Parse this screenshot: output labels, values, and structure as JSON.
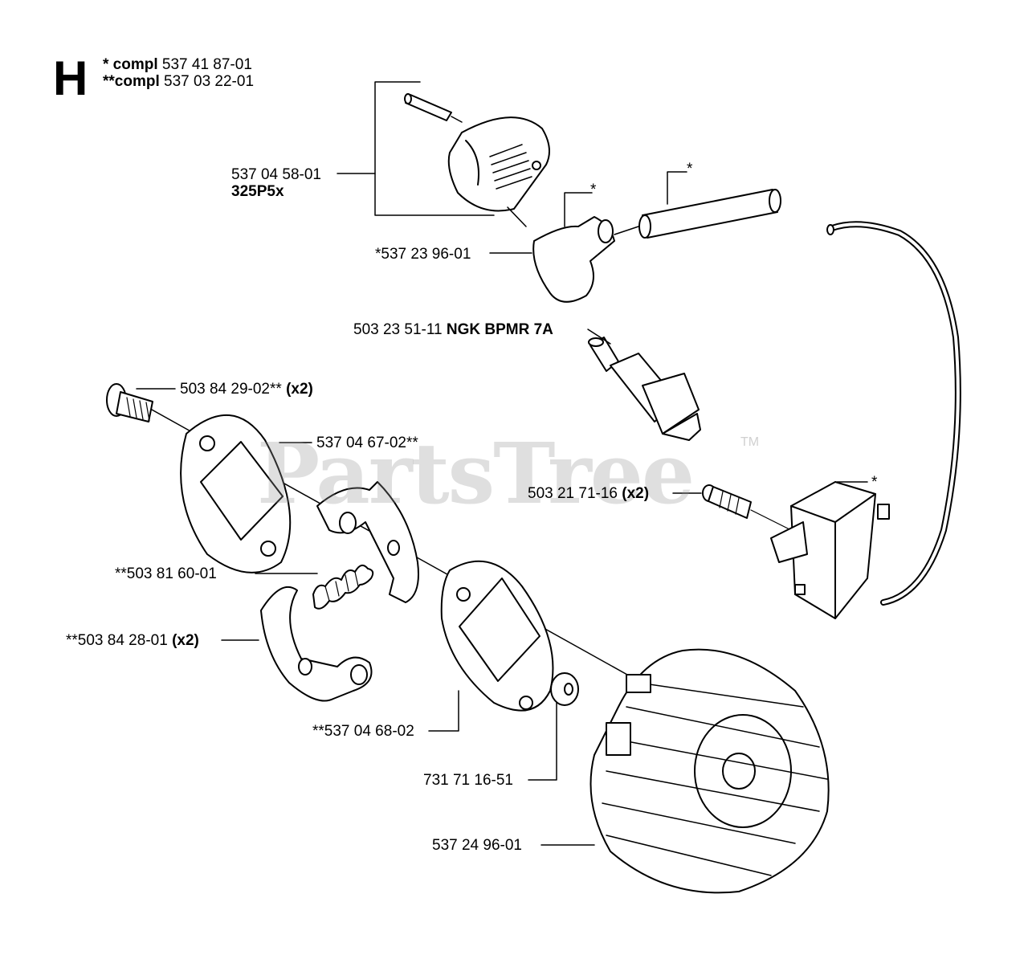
{
  "section_letter": "H",
  "legend": [
    {
      "prefix": "* compl",
      "number": "537 41 87-01"
    },
    {
      "prefix": "**compl",
      "number": "537 03 22-01"
    }
  ],
  "watermark": {
    "text": "PartsTree",
    "tm": "TM"
  },
  "parts": {
    "cap": {
      "number": "537 04 58-01",
      "note": "325P5x"
    },
    "boot": {
      "number": "*537 23 96-01"
    },
    "spark_plug": {
      "number": "503 23 51-11",
      "note": "NGK BPMR 7A"
    },
    "screw_top": {
      "number": "503 84 29-02**",
      "qty": "(x2)"
    },
    "plate_top": {
      "number": "537 04 67-02**"
    },
    "coil_screw": {
      "number": "503 21 71-16",
      "qty": "(x2)"
    },
    "spring": {
      "number": "**503 81 60-01"
    },
    "shoe": {
      "number": "**503 84 28-01",
      "qty": "(x2)"
    },
    "plate_bottom": {
      "number": "**537 04 68-02"
    },
    "washer": {
      "number": "731 71 16-51"
    },
    "flywheel": {
      "number": "537 24 96-01"
    },
    "asterisk_boot": "*",
    "asterisk_tube": "*",
    "asterisk_coil": "*"
  }
}
